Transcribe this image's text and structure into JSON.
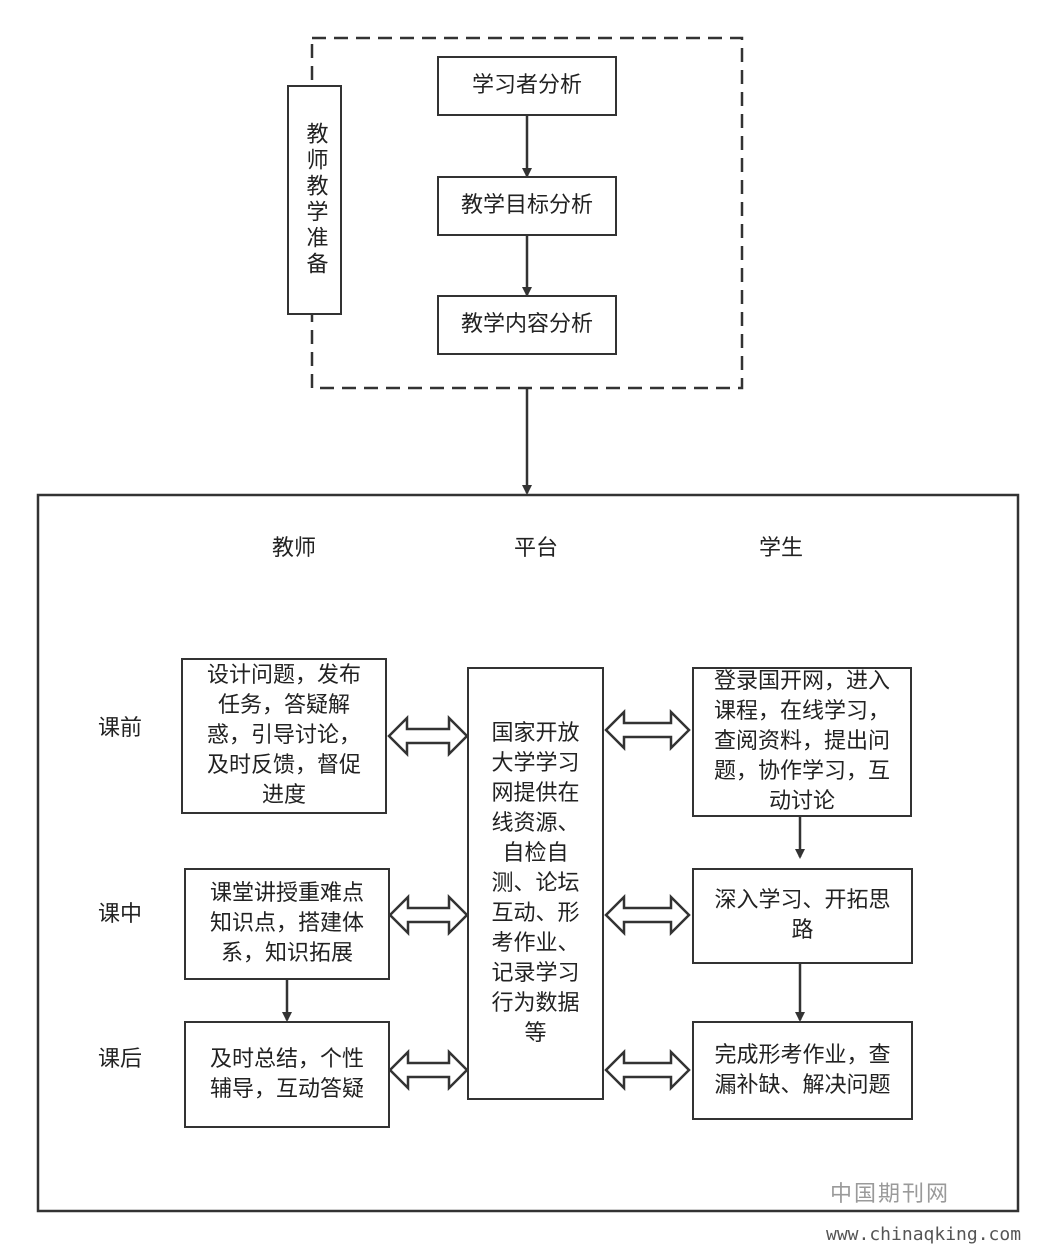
{
  "prep": {
    "vertical_label": "教师教学准备",
    "steps": [
      "学习者分析",
      "教学目标分析",
      "教学内容分析"
    ]
  },
  "columns": {
    "teacher": "教师",
    "platform": "平台",
    "student": "学生"
  },
  "phases": [
    "课前",
    "课中",
    "课后"
  ],
  "teacher_boxes": [
    "设计问题，发布任务，答疑解惑，引导讨论，及时反馈，督促进度",
    "课堂讲授重难点知识点，搭建体系，知识拓展",
    "及时总结，个性辅导，互动答疑"
  ],
  "platform_box": "国家开放大学学习网提供在线资源、自检自测、论坛互动、形考作业、记录学习行为数据等",
  "student_boxes": [
    "登录国开网，进入课程，在线学习，查阅资料，提出问题，协作学习，互动讨论",
    "深入学习、开拓思路",
    "完成形考作业，查漏补缺、解决问题"
  ],
  "watermark": "中国期刊网",
  "url": "www.chinaqking.com"
}
